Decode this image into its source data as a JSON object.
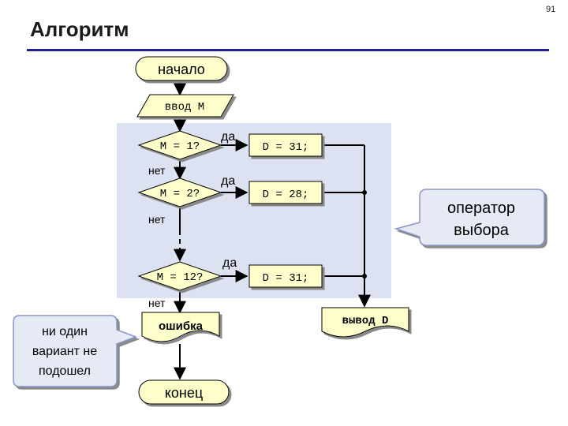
{
  "page": {
    "slide_number": "91",
    "title": "Алгоритм"
  },
  "flow": {
    "start": "начало",
    "input": "ввод M",
    "cond1": "M = 1?",
    "cond2": "M = 2?",
    "cond12": "M = 12?",
    "yes1": "да",
    "yes2": "да",
    "yes12": "да",
    "no1": "нет",
    "no2": "нет",
    "no12": "нет",
    "assign1": "D = 31;",
    "assign2": "D = 28;",
    "assign12": "D = 31;",
    "error": "ошибка",
    "output": "вывод D",
    "end": "конец"
  },
  "callouts": {
    "switch": [
      "оператор",
      "выбора"
    ],
    "none": [
      "ни один",
      "вариант не",
      "подошел"
    ]
  },
  "colors": {
    "shape_fill": "#ffffcc",
    "switch_bg": "#dde2f2",
    "callout_fill": "#e6eaf5",
    "title_rule": "#1f1f9a"
  }
}
